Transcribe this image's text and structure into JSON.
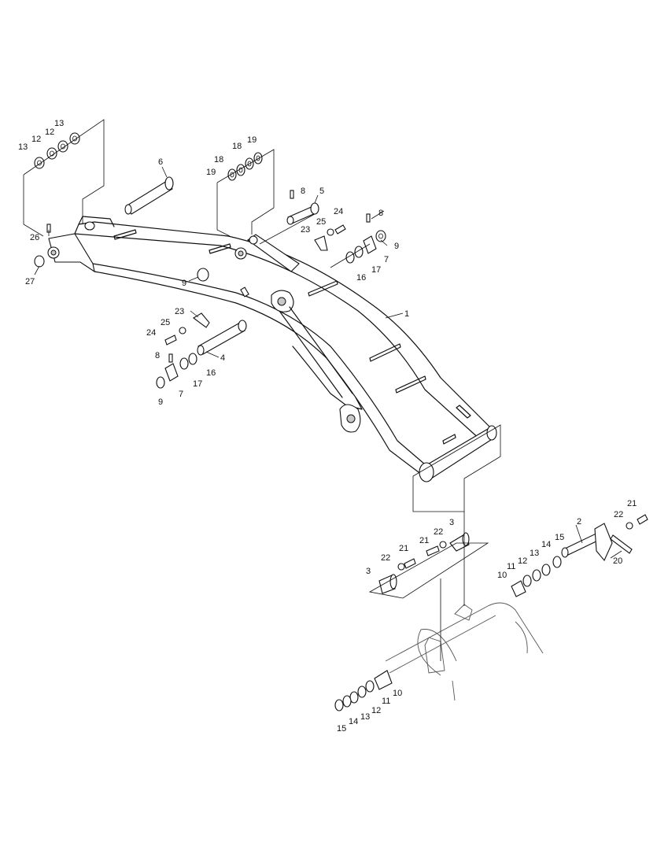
{
  "callouts": {
    "c1": "1",
    "c2": "2",
    "c3a": "3",
    "c3b": "3",
    "c4": "4",
    "c5": "5",
    "c6": "6",
    "c7a": "7",
    "c7b": "7",
    "c8a": "8",
    "c8b": "8",
    "c8c": "8",
    "c9a": "9",
    "c9b": "9",
    "c9c": "9",
    "c10a": "10",
    "c10b": "10",
    "c11a": "11",
    "c11b": "11",
    "c12a": "12",
    "c12b": "12",
    "c12c": "12",
    "c12d": "12",
    "c13a": "13",
    "c13b": "13",
    "c13c": "13",
    "c13d": "13",
    "c14a": "14",
    "c14b": "14",
    "c15a": "15",
    "c15b": "15",
    "c16a": "16",
    "c16b": "16",
    "c17a": "17",
    "c17b": "17",
    "c18a": "18",
    "c18b": "18",
    "c19a": "19",
    "c19b": "19",
    "c20": "20",
    "c21a": "21",
    "c21b": "21",
    "c21c": "21",
    "c22a": "22",
    "c22b": "22",
    "c22c": "22",
    "c23a": "23",
    "c23b": "23",
    "c24a": "24",
    "c24b": "24",
    "c25a": "25",
    "c25b": "25",
    "c26": "26",
    "c27": "27"
  }
}
